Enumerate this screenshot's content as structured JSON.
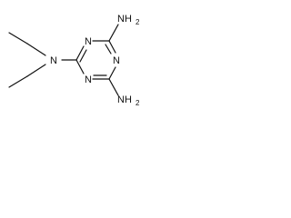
{
  "molecule": {
    "atoms": {
      "ring_n1": "N",
      "ring_n3": "N",
      "ring_n5": "N",
      "amine_n": "N",
      "nh2_top": "NH",
      "nh2_top_sub": "2",
      "nh2_bottom": "NH",
      "nh2_bottom_sub": "2"
    }
  },
  "colors": {
    "ink": "#111111",
    "background": "#ffffff"
  }
}
